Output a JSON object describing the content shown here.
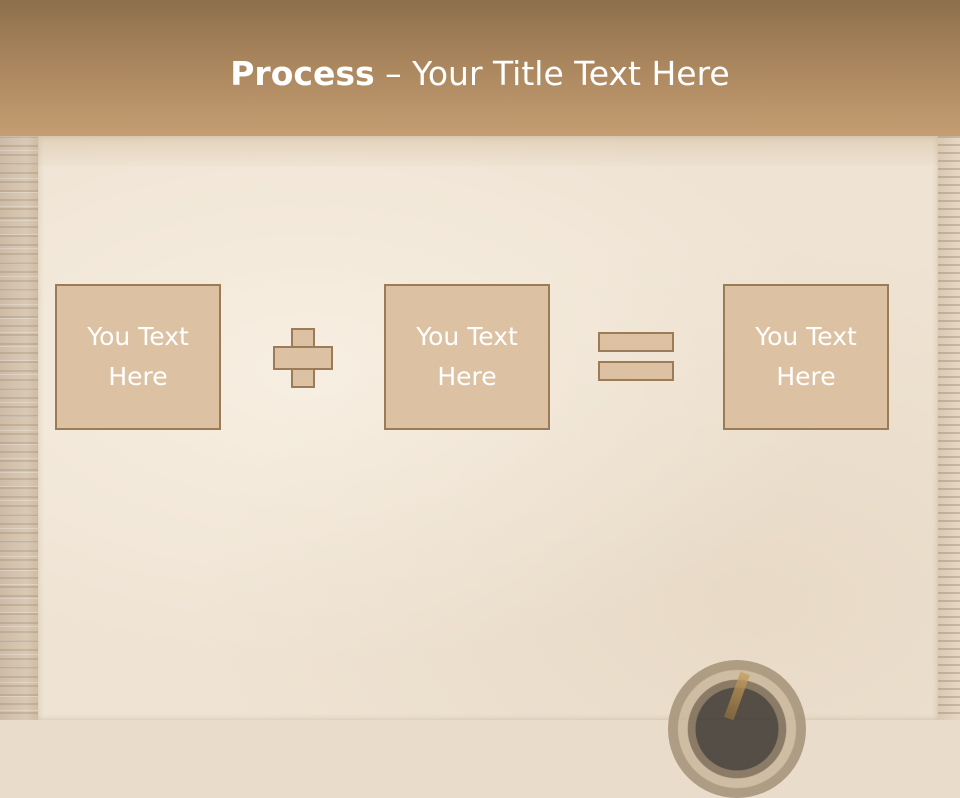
{
  "title": {
    "bold": "Process",
    "rest": " – Your Title Text Here"
  },
  "boxes": [
    {
      "line1": "You Text",
      "line2": "Here"
    },
    {
      "line1": "You Text",
      "line2": "Here"
    },
    {
      "line1": "You Text",
      "line2": "Here"
    }
  ],
  "colors": {
    "title_band": "#a9855d",
    "box_fill": "#dcc2a3",
    "box_border": "#9b7b58",
    "paper": "#efe3d3"
  },
  "icons": [
    "plus-icon",
    "equals-icon",
    "compass-icon"
  ]
}
